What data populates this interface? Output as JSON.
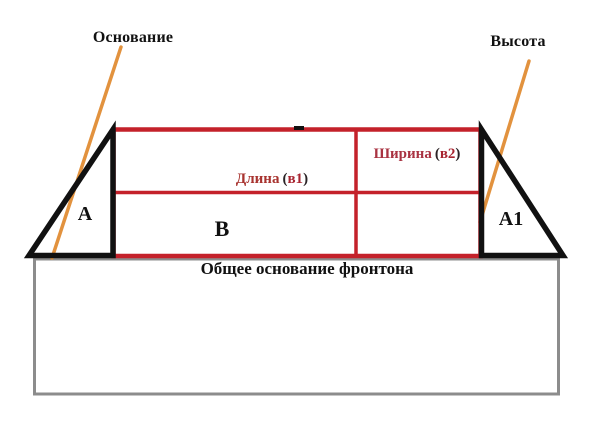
{
  "diagram": {
    "callouts": {
      "osnovanie": "Основание",
      "vysota": "Высота"
    },
    "sections": {
      "left_triangle": "A",
      "center_rectangle": "B",
      "right_triangle": "A1"
    },
    "measures": {
      "dlina": {
        "word": "Длина",
        "paren_open": "(",
        "value": "в1",
        "paren_close": ")"
      },
      "shirina": {
        "word": "Ширина",
        "paren_open": "(",
        "value": "в2",
        "paren_close": ")"
      }
    },
    "base_caption": "Общее основание фронтона"
  },
  "colors": {
    "red-line": "#c4212a",
    "red-word": "#a8332f",
    "red-word-2": "#a93342",
    "red-value": "#a82430",
    "paren": "#2a2326",
    "orange": "#e2923e",
    "gray": "#8c8c8c",
    "ink": "#111111"
  }
}
